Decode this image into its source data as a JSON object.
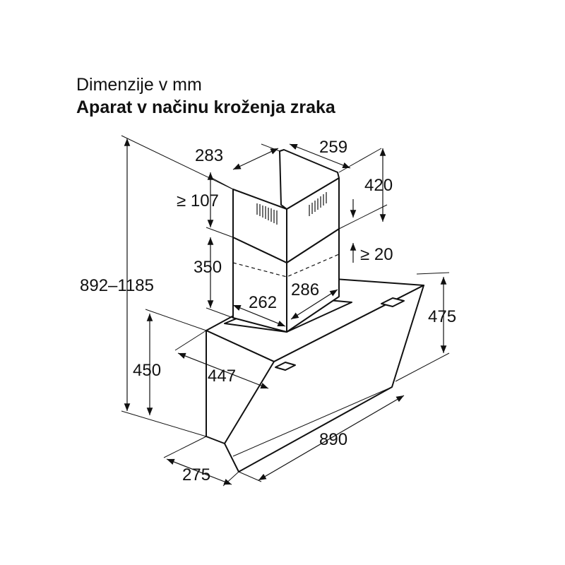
{
  "header": {
    "subtitle": "Dimenzije v mm",
    "title": "Aparat v načinu kroženja zraka"
  },
  "dimensions": {
    "chimney_depth": "283",
    "chimney_width": "259",
    "duct_top": "420",
    "min_top_gap": "≥ 107",
    "gap_right": "≥ 20",
    "lower_chimney": "350",
    "total_height": "892–1185",
    "base_width": "262",
    "base_depth": "286",
    "panel_height": "475",
    "body_height": "450",
    "body_depth": "447",
    "hood_width": "890",
    "bottom_depth": "275"
  }
}
